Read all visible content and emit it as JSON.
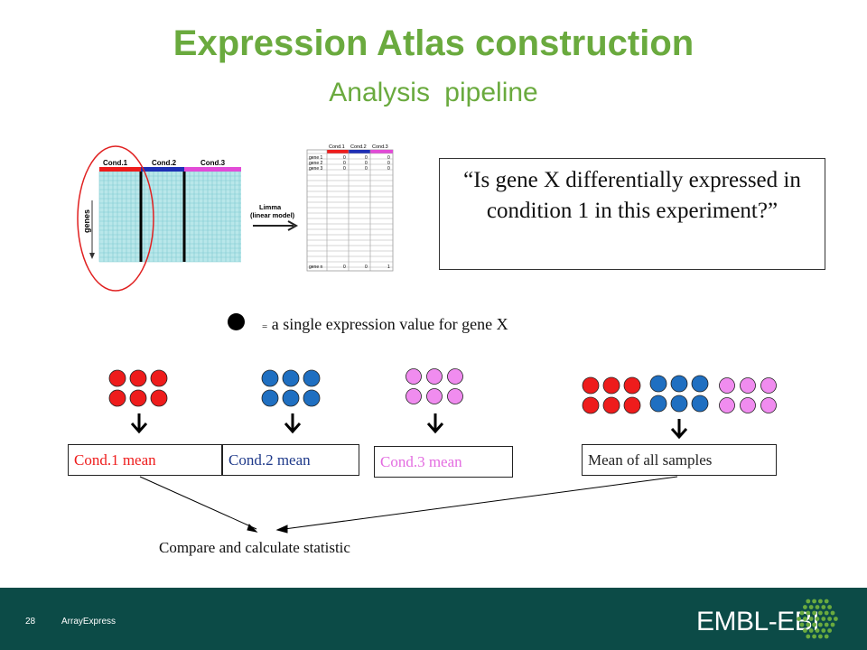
{
  "title": "Expression Atlas construction",
  "subtitle": "Analysis pipeline",
  "matrix_figure": {
    "cond_labels": [
      "Cond.1",
      "Cond.2",
      "Cond.3"
    ],
    "genes_label": "genes",
    "arrow_label_1": "Limma",
    "arrow_label_2": "(linear model)",
    "table_header": [
      "Cond.1",
      "Cond.2",
      "Cond.3"
    ],
    "table_rows": [
      [
        "gene 1",
        "0",
        "0",
        "0"
      ],
      [
        "gene 2",
        "0",
        "0",
        "0"
      ],
      [
        "gene 3",
        "0",
        "0",
        "0"
      ],
      [
        "gene n",
        "0",
        "0",
        "1"
      ]
    ],
    "colors": {
      "cond1": "#ee1c1c",
      "cond2": "#1e2fb5",
      "cond3": "#e24bd7",
      "grid_fill": "#b9e7ea",
      "grid_line": "#7fcad0",
      "ellipse": "#e02020"
    }
  },
  "question": "“Is gene X differentially expressed in condition 1 in this experiment?”",
  "legend": {
    "eq": "=",
    "text": "a single expression value for gene X"
  },
  "groups": [
    {
      "dot_color": "#ee1c1c"
    },
    {
      "dot_color": "#1f6fc1"
    },
    {
      "dot_color": "#f08cef"
    }
  ],
  "mean_boxes": [
    {
      "label": "Cond.1 mean",
      "color": "#ee1c1c"
    },
    {
      "label": "Cond.2 mean",
      "color": "#1f3a8a"
    },
    {
      "label": "Cond.3 mean",
      "color": "#e36be0"
    },
    {
      "label": "Mean of all samples",
      "color": "#222222"
    }
  ],
  "compare_text": "Compare and calculate statistic",
  "footer": {
    "page_number": "28",
    "name": "ArrayExpress",
    "logo": "EMBL-EBI",
    "bg": "#0c4b47"
  }
}
